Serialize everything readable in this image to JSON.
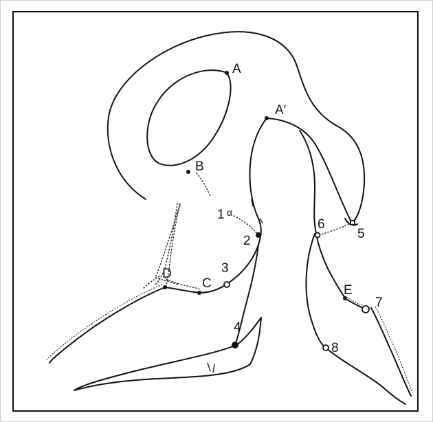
{
  "landmarks": {
    "A": "A",
    "A_prime": "A′",
    "B": "B",
    "C": "C",
    "D": "D",
    "E": "E",
    "p1": "1",
    "alpha": "α",
    "p2": "2",
    "p3": "3",
    "p4": "4",
    "p5": "5",
    "p6": "6",
    "p7": "7",
    "p8": "8"
  },
  "colors": {
    "ink": "#111111",
    "background": "#ffffff"
  }
}
